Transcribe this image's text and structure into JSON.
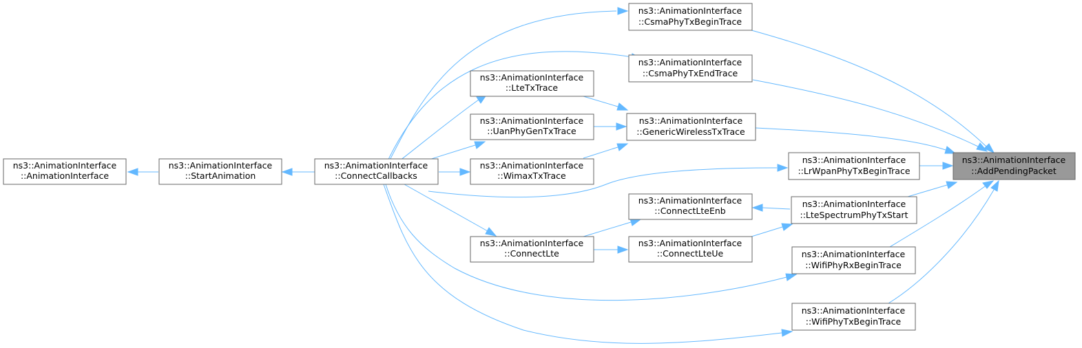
{
  "graph": {
    "nodes": {
      "animationinterface": {
        "line1": "ns3::AnimationInterface",
        "line2": "::AnimationInterface"
      },
      "startanimation": {
        "line1": "ns3::AnimationInterface",
        "line2": "::StartAnimation"
      },
      "connectcallbacks": {
        "line1": "ns3::AnimationInterface",
        "line2": "::ConnectCallbacks"
      },
      "ltetxtrace": {
        "line1": "ns3::AnimationInterface",
        "line2": "::LteTxTrace"
      },
      "uanphygentxtrace": {
        "line1": "ns3::AnimationInterface",
        "line2": "::UanPhyGenTxTrace"
      },
      "wimaxtxtrace": {
        "line1": "ns3::AnimationInterface",
        "line2": "::WimaxTxTrace"
      },
      "connectlte": {
        "line1": "ns3::AnimationInterface",
        "line2": "::ConnectLte"
      },
      "csmaphytxbegintrace": {
        "line1": "ns3::AnimationInterface",
        "line2": "::CsmaPhyTxBeginTrace"
      },
      "csmaphytxendtrace": {
        "line1": "ns3::AnimationInterface",
        "line2": "::CsmaPhyTxEndTrace"
      },
      "genericwirelesstxtrace": {
        "line1": "ns3::AnimationInterface",
        "line2": "::GenericWirelessTxTrace"
      },
      "connectlteenb": {
        "line1": "ns3::AnimationInterface",
        "line2": "::ConnectLteEnb"
      },
      "connectlteue": {
        "line1": "ns3::AnimationInterface",
        "line2": "::ConnectLteUe"
      },
      "lrwpanphytxbegintrace": {
        "line1": "ns3::AnimationInterface",
        "line2": "::LrWpanPhyTxBeginTrace"
      },
      "ltespectrumphytxstart": {
        "line1": "ns3::AnimationInterface",
        "line2": "::LteSpectrumPhyTxStart"
      },
      "wifiphyrxbegintrace": {
        "line1": "ns3::AnimationInterface",
        "line2": "::WifiPhyRxBeginTrace"
      },
      "wifiphytxbegintrace": {
        "line1": "ns3::AnimationInterface",
        "line2": "::WifiPhyTxBeginTrace"
      },
      "addpendingpacket": {
        "line1": "ns3::AnimationInterface",
        "line2": "::AddPendingPacket"
      }
    },
    "colors": {
      "edge": "#63b8ff",
      "node_border": "#666666",
      "node_fill": "#ffffff",
      "root_fill": "#999999"
    }
  }
}
